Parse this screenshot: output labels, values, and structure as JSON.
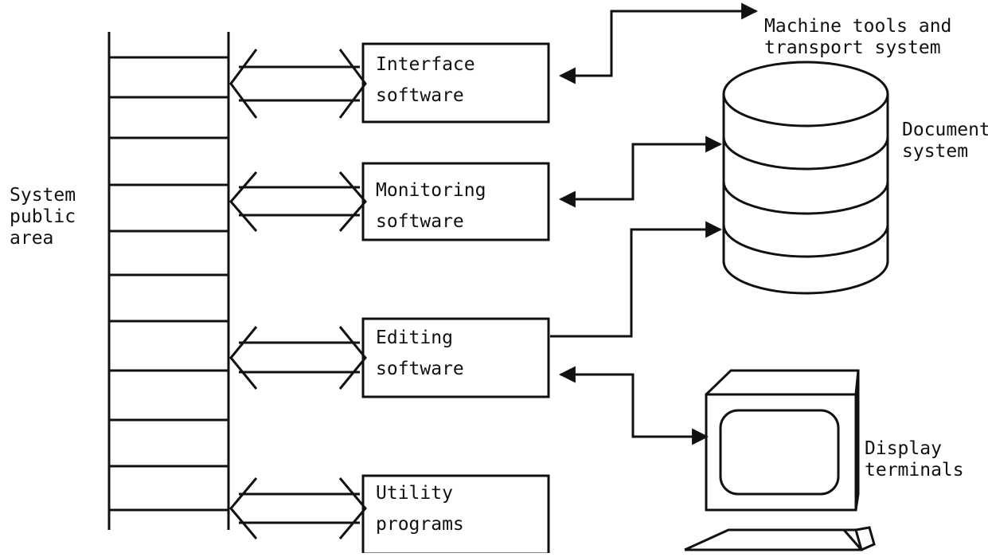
{
  "labels": {
    "public_area": [
      "System",
      "public",
      "area"
    ],
    "machine_tools": [
      "Machine tools and",
      "transport system"
    ],
    "document_system": [
      "Document",
      "system"
    ],
    "display_terminals": [
      "Display",
      "terminals"
    ]
  },
  "modules": [
    {
      "line1": "Interface",
      "line2": "software"
    },
    {
      "line1": "Monitoring",
      "line2": "software"
    },
    {
      "line1": "Editing",
      "line2": "software"
    },
    {
      "line1": "Utility",
      "line2": "programs"
    }
  ]
}
